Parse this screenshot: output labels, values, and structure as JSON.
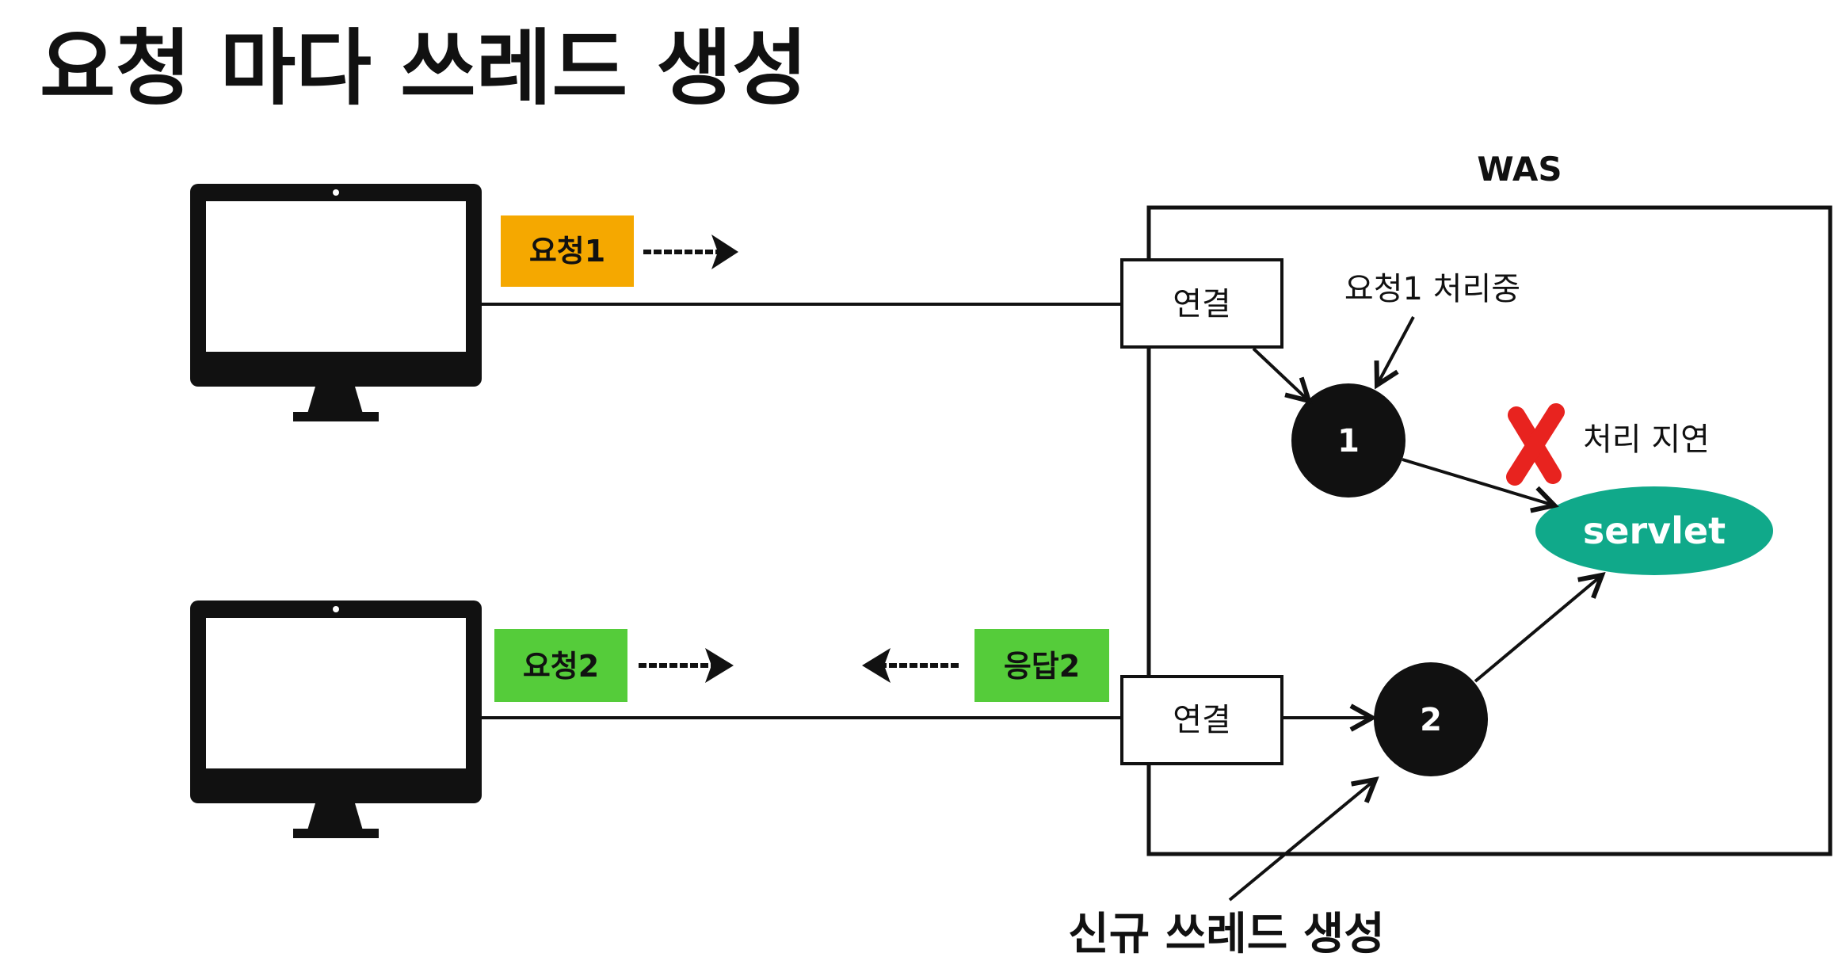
{
  "title": "요청 마다 쓰레드 생성",
  "was_label": "WAS",
  "request1_label": "요청1",
  "request2_label": "요청2",
  "response2_label": "응답2",
  "connection1_label": "연결",
  "connection2_label": "연결",
  "thread1_label": "1",
  "thread2_label": "2",
  "processing_label": "요청1 처리중",
  "delay_label": "처리 지연",
  "servlet_label": "servlet",
  "new_thread_label": "신규 쓰레드 생성",
  "colors": {
    "request1": "#f5a800",
    "request_green": "#55cc3a",
    "servlet": "#10a98a",
    "cross": "#e8231f",
    "dark": "#111111"
  },
  "icons": [
    "monitor-icon",
    "monitor-icon",
    "cross-icon",
    "arrow-right-icon",
    "arrow-left-icon"
  ]
}
